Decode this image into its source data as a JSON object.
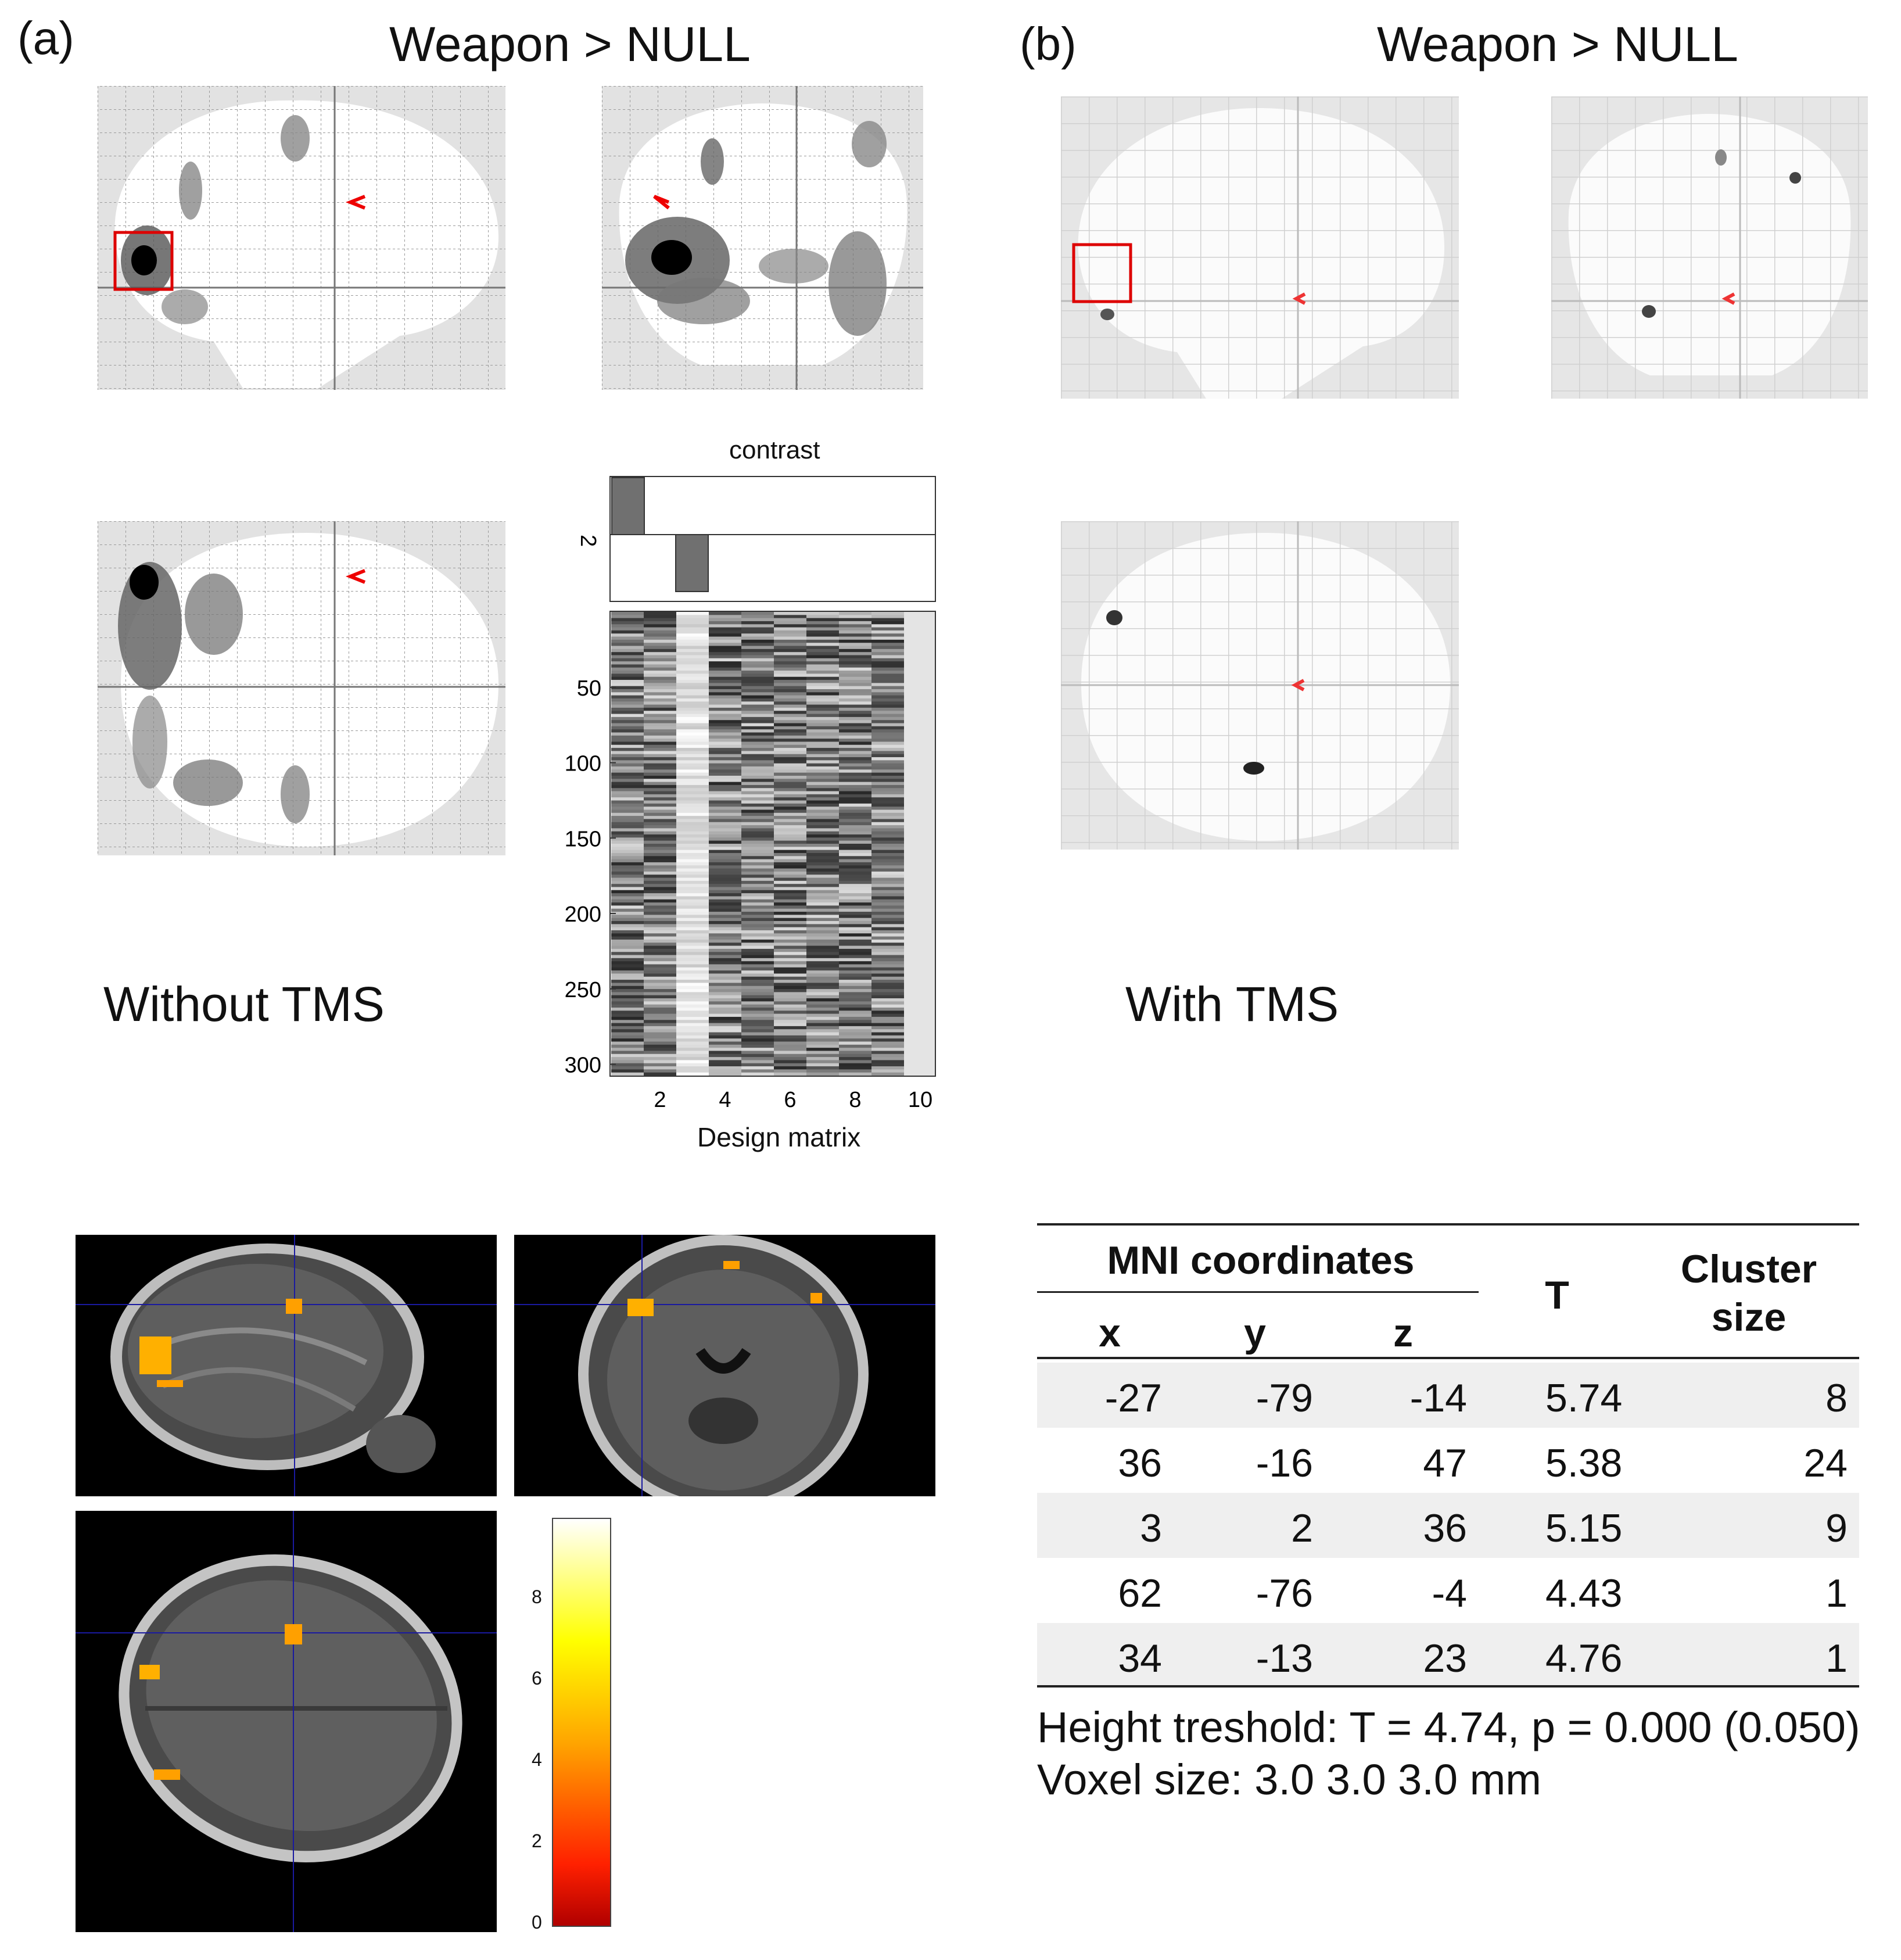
{
  "panel_a": {
    "label": "(a)",
    "title": "Weapon > NULL",
    "caption": "Without TMS",
    "contrast_title": "contrast",
    "contrast_ytick": "2",
    "design_xlabel": "Design matrix",
    "design_yticks": [
      "50",
      "100",
      "150",
      "200",
      "250",
      "300"
    ],
    "design_xticks": [
      "2",
      "4",
      "6",
      "8",
      "10"
    ]
  },
  "panel_b": {
    "label": "(b)",
    "title": "Weapon > NULL",
    "caption": "With TMS"
  },
  "colorbar": {
    "ticks": [
      "8",
      "6",
      "4",
      "2",
      "0"
    ],
    "colors": [
      "#ffffff",
      "#ffff00",
      "#ffa500",
      "#ff2000",
      "#b00000"
    ]
  },
  "table": {
    "group_header": "MNI coordinates",
    "col_x": "x",
    "col_y": "y",
    "col_z": "z",
    "col_t": "T",
    "col_cluster_1": "Cluster",
    "col_cluster_2": "size",
    "rows": [
      {
        "x": "-27",
        "y": "-79",
        "z": "-14",
        "t": "5.74",
        "k": "8"
      },
      {
        "x": "36",
        "y": "-16",
        "z": "47",
        "t": "5.38",
        "k": "24"
      },
      {
        "x": "3",
        "y": "2",
        "z": "36",
        "t": "5.15",
        "k": "9"
      },
      {
        "x": "62",
        "y": "-76",
        "z": "-4",
        "t": "4.43",
        "k": "1"
      },
      {
        "x": "34",
        "y": "-13",
        "z": "23",
        "t": "4.76",
        "k": "1"
      }
    ],
    "footer_1": "Height treshold: T = 4.74,  p = 0.000 (0.050)",
    "footer_2": "Voxel size: 3.0 3.0 3.0 mm"
  }
}
